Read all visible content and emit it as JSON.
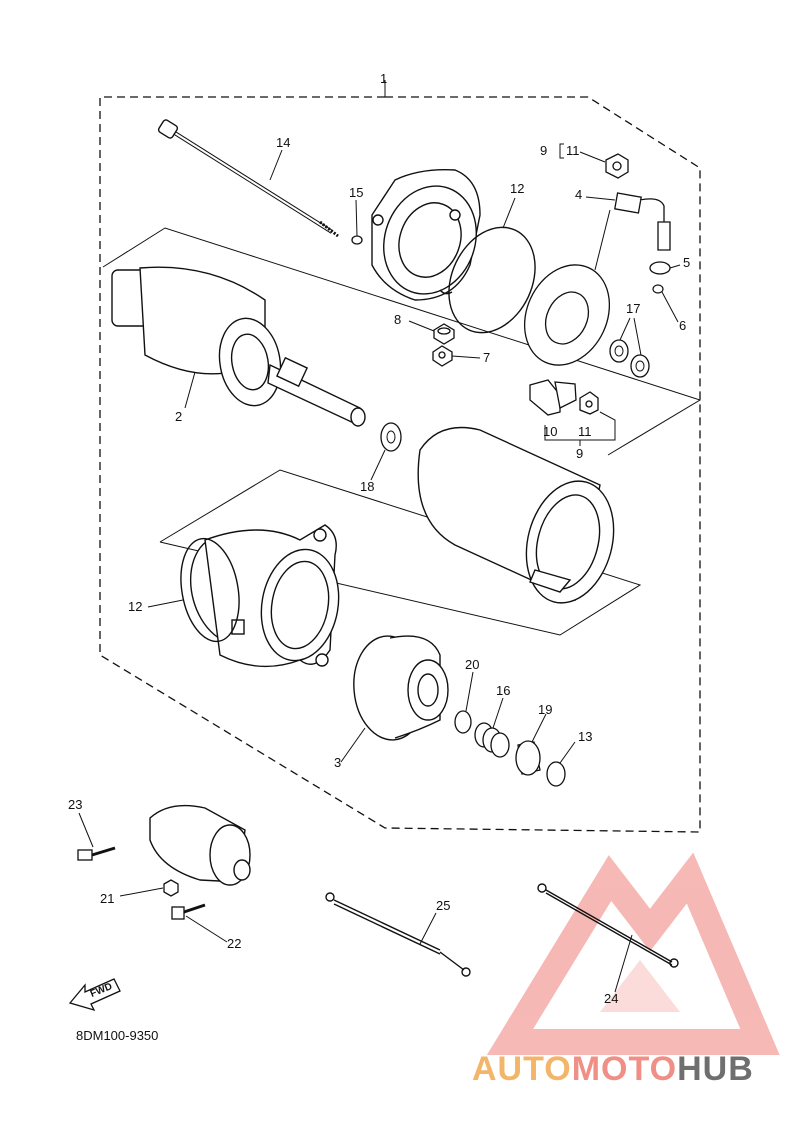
{
  "diagram_code": "8DM100-9350",
  "fwd_label": "FWD",
  "brand": {
    "part1": "AUTO",
    "part2": "MOTO",
    "part3": "HUB"
  },
  "callouts": {
    "c1": "1",
    "c2": "2",
    "c3": "3",
    "c4": "4",
    "c5": "5",
    "c6": "6",
    "c7": "7",
    "c8": "8",
    "c9a": "9",
    "c11a": "11",
    "c9b": "9",
    "c10": "10",
    "c11b": "11",
    "c12a": "12",
    "c12b": "12",
    "c13": "13",
    "c14": "14",
    "c15": "15",
    "c16": "16",
    "c17": "17",
    "c18": "18",
    "c19": "19",
    "c20": "20",
    "c21": "21",
    "c22": "22",
    "c23": "23",
    "c24": "24",
    "c25": "25"
  },
  "colors": {
    "line": "#111111",
    "watermark": "#ef7f78",
    "brand_orange": "#f3b56a",
    "brand_grey": "#6f6f6f"
  }
}
